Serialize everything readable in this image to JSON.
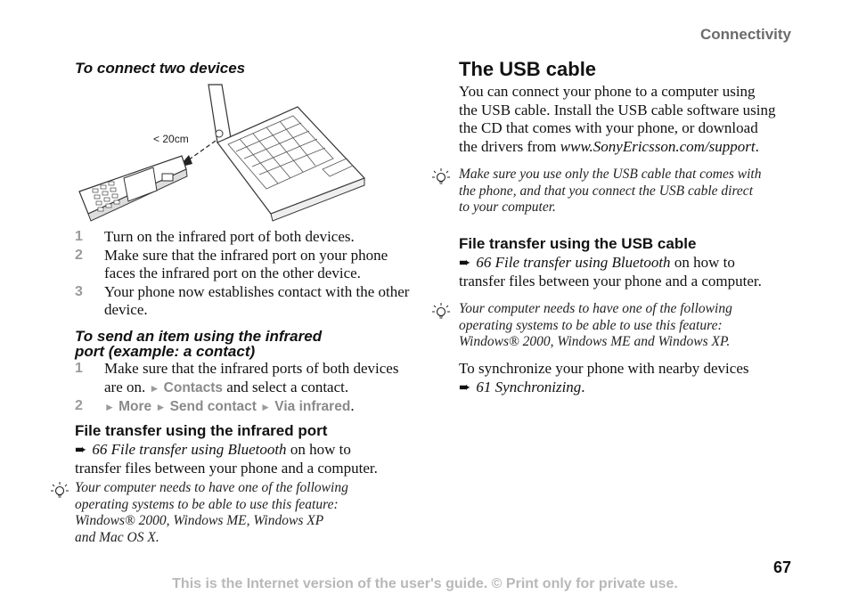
{
  "header": {
    "section": "Connectivity"
  },
  "left": {
    "connect_heading": "To connect two devices",
    "distance_label": "< 20cm",
    "steps": [
      {
        "num": "1",
        "text": "Turn on the infrared port of both devices."
      },
      {
        "num": "2",
        "text": "Make sure that the infrared port on your phone faces the infrared port on the other device."
      },
      {
        "num": "3",
        "text": "Your phone now establishes contact with the other device."
      }
    ],
    "send_heading_line1": "To send an item using the infrared",
    "send_heading_line2": "port (example: a contact)",
    "send_step1_num": "1",
    "send_step1_text": "Make sure that the infrared ports of both devices are on.",
    "send_step1_menu": "Contacts",
    "send_step1_tail": "and select a contact.",
    "send_step2_num": "2",
    "send_step2_menu": [
      "More",
      "Send contact",
      "Via infrared"
    ],
    "ftir_heading": "File transfer using the infrared port",
    "ftir_ref": "66 File transfer using Bluetooth",
    "ftir_text_a": "on how to",
    "ftir_text_b": "transfer files between your phone and a computer.",
    "tip_lines": [
      "Your computer needs to have one of the following",
      "operating systems to be able to use this feature:",
      "Windows® 2000, Windows ME, Windows XP",
      "and Mac OS X."
    ]
  },
  "right": {
    "usb_heading": "The USB cable",
    "usb_lines": [
      "You can connect your phone to a computer using",
      "the USB cable. Install the USB cable software using",
      "the CD that comes with your phone, or download"
    ],
    "usb_last_a": "the drivers from",
    "usb_last_link": "www.SonyEricsson.com/support",
    "usb_last_end": ".",
    "tip1_lines": [
      "Make sure you use only the USB cable that comes with",
      "the phone, and that you connect the USB cable direct",
      "to your computer."
    ],
    "ftusb_heading": "File transfer using the USB cable",
    "ftusb_ref": "66 File transfer using Bluetooth",
    "ftusb_text_a": "on how to",
    "ftusb_text_b": "transfer files between your phone and a computer.",
    "tip2_lines": [
      "Your computer needs to have one of the following",
      "operating systems to be able to use this feature:",
      "Windows® 2000, Windows ME and Windows XP."
    ],
    "sync_text": "To synchronize your phone with nearby devices",
    "sync_ref": "61 Synchronizing",
    "sync_end": "."
  },
  "page_number": "67",
  "footer": "This is the Internet version of the user's guide. © Print only for private use."
}
